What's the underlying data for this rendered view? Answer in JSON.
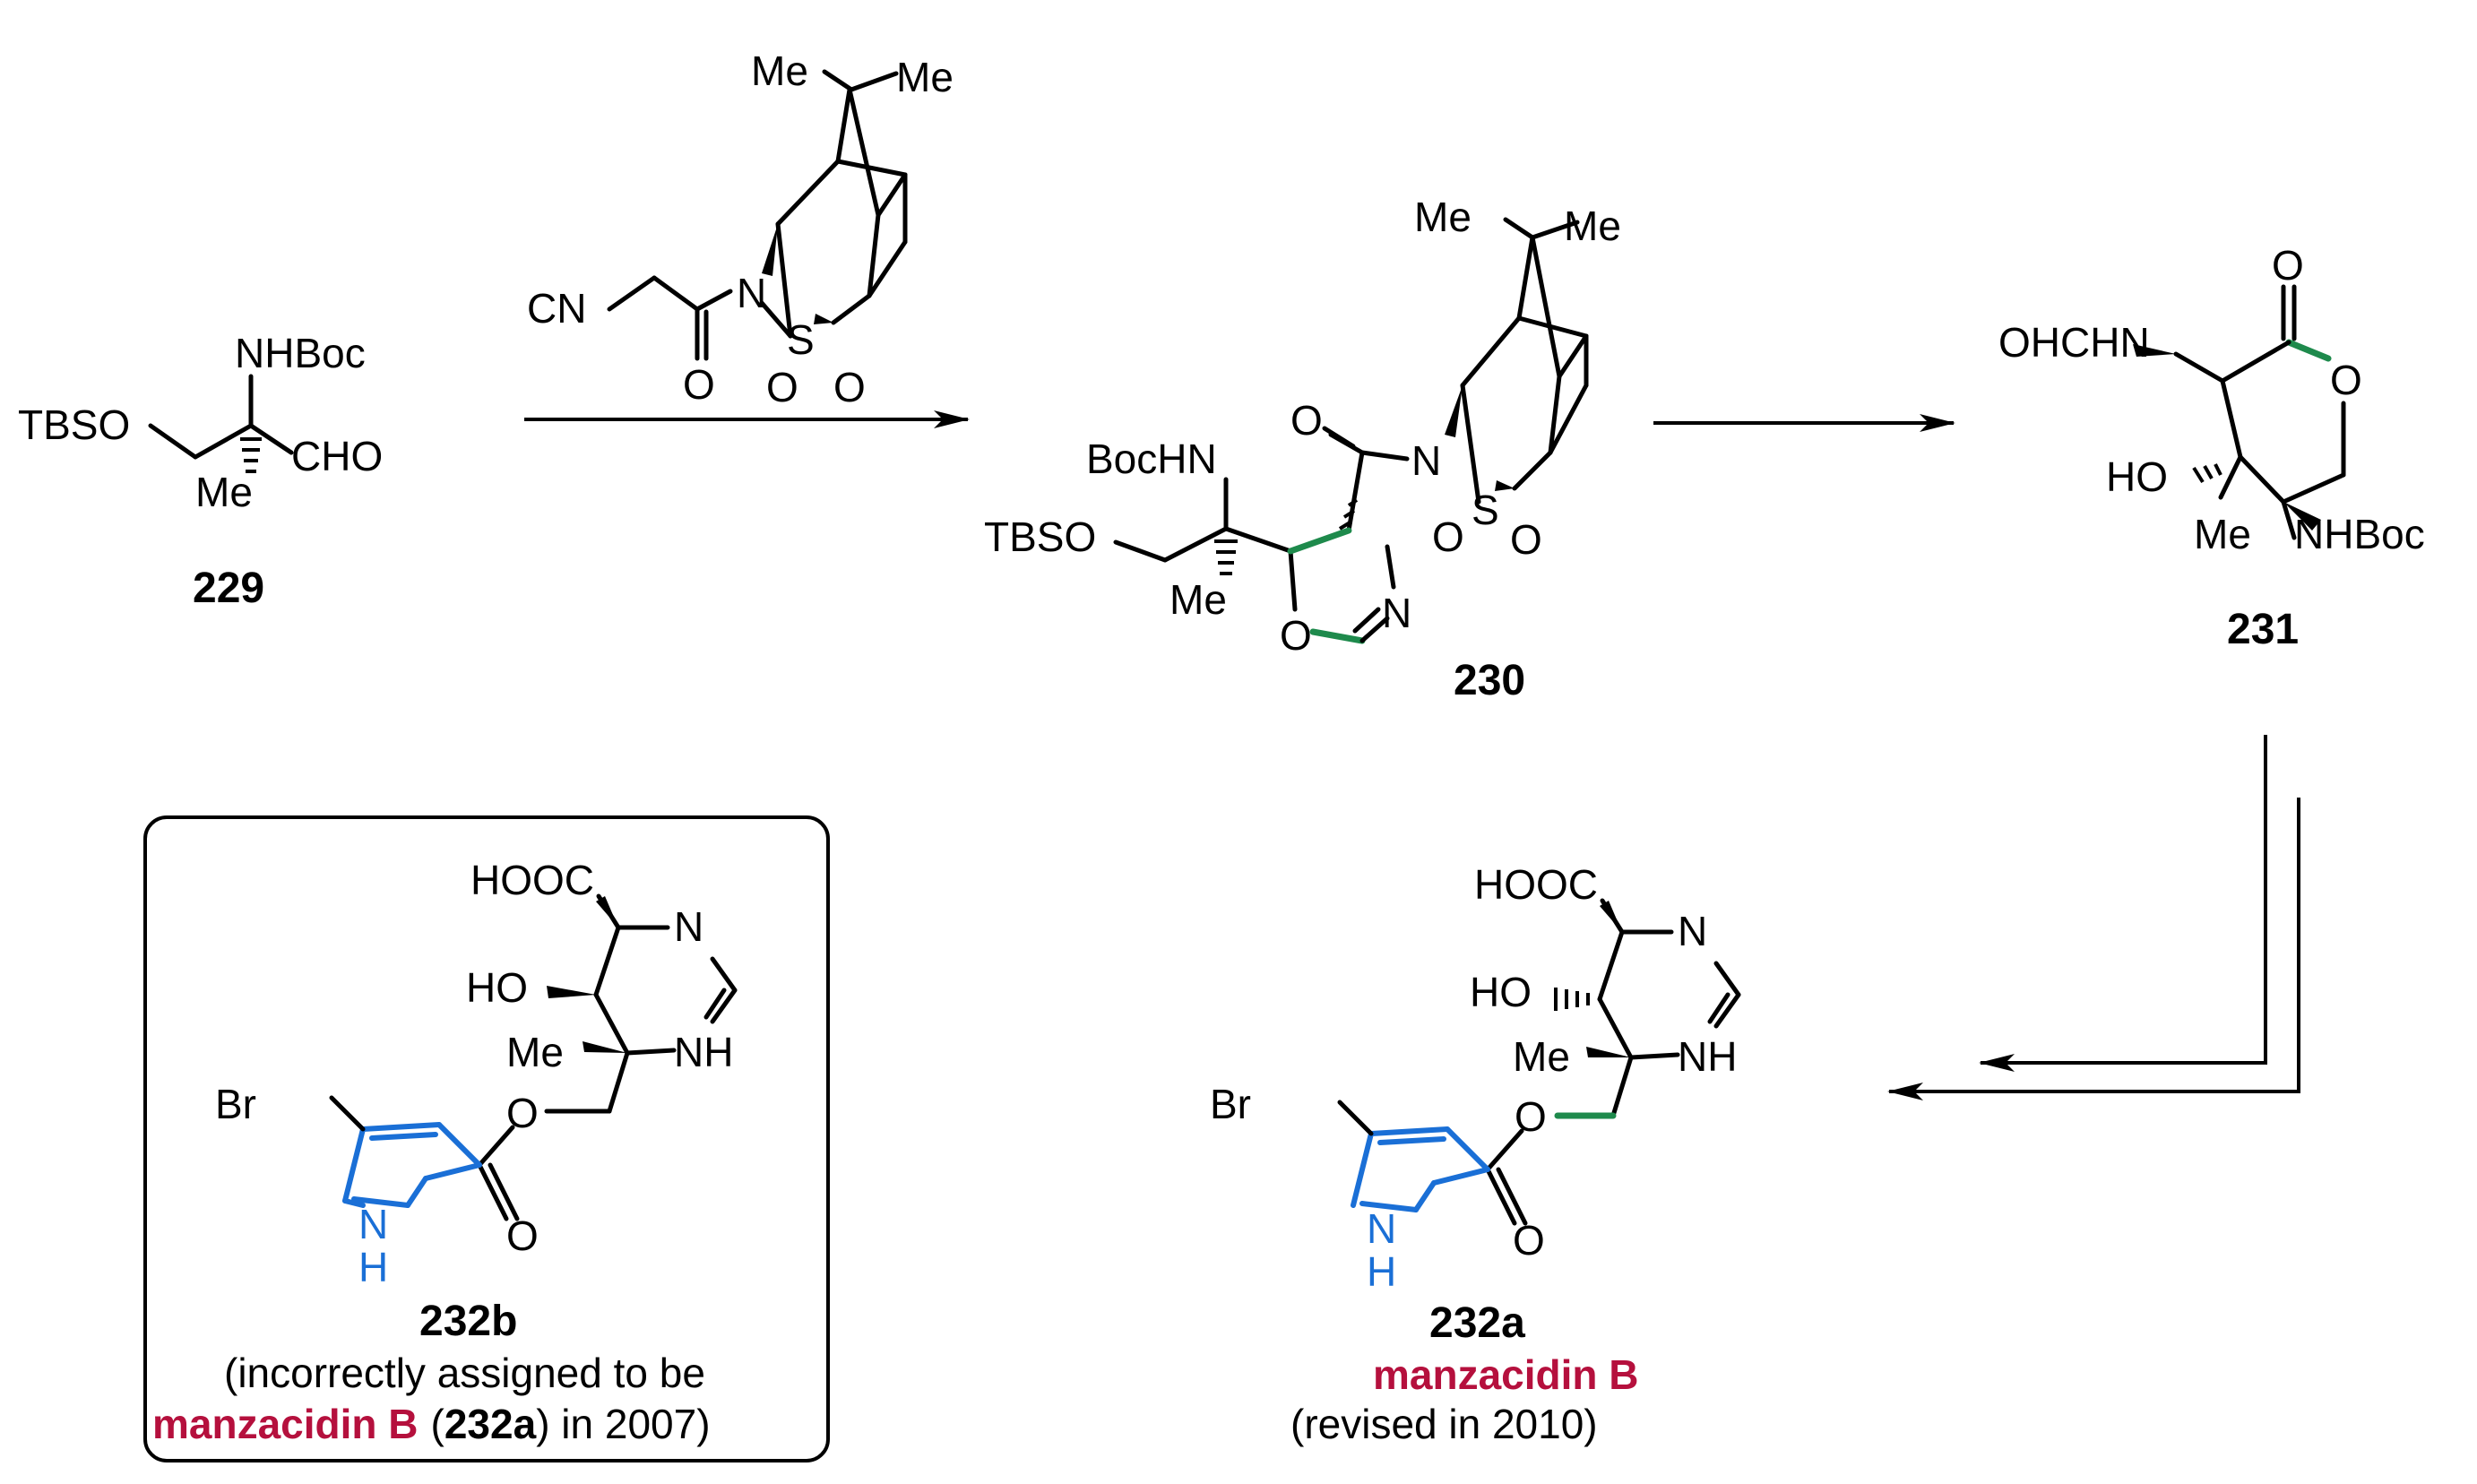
{
  "colors": {
    "ink": "#000000",
    "pyrrole": "#1a6fd6",
    "new_bond": "#1e8a4c",
    "highlight": "#b5103d"
  },
  "c229": {
    "label": "229",
    "atoms": {
      "tbso": "TBSO",
      "nhboc": "NHBoc",
      "cho": "CHO",
      "me": "Me"
    }
  },
  "reagent": {
    "cn": "CN",
    "me1": "Me",
    "me2": "Me",
    "n": "N",
    "s": "S",
    "o1": "O",
    "o2": "O",
    "o3": "O"
  },
  "c230": {
    "label": "230",
    "atoms": {
      "bochn": "BocHN",
      "tbso": "TBSO",
      "me": "Me",
      "me1": "Me",
      "me2": "Me",
      "o_carb": "O",
      "n": "N",
      "s": "S",
      "o1": "O",
      "o2": "O",
      "n_ox": "N",
      "o_ox": "O"
    }
  },
  "c231": {
    "label": "231",
    "atoms": {
      "ohchn": "OHCHN",
      "o_top": "O",
      "o_ring": "O",
      "ho": "HO",
      "me": "Me",
      "nhboc": "NHBoc"
    }
  },
  "c232b": {
    "label": "232b",
    "caption_line1": "(incorrectly assigned to be",
    "caption_name": "manzacidin B",
    "caption_open": "(",
    "caption_ref": "232a",
    "caption_close": ") in 2007)",
    "atoms": {
      "hooc": "HOOC",
      "n": "N",
      "ho": "HO",
      "me": "Me",
      "nh": "NH",
      "br": "Br",
      "o_ester": "O",
      "o_carb": "O",
      "nh_pyr": "N",
      "h_pyr": "H"
    }
  },
  "c232a": {
    "label": "232a",
    "caption_name": "manzacidin B",
    "caption_revised": "(revised in 2010)",
    "atoms": {
      "hooc": "HOOC",
      "n": "N",
      "ho": "HO",
      "me": "Me",
      "nh": "NH",
      "br": "Br",
      "o_ester": "O",
      "o_carb": "O",
      "nh_pyr": "N",
      "h_pyr": "H"
    }
  }
}
